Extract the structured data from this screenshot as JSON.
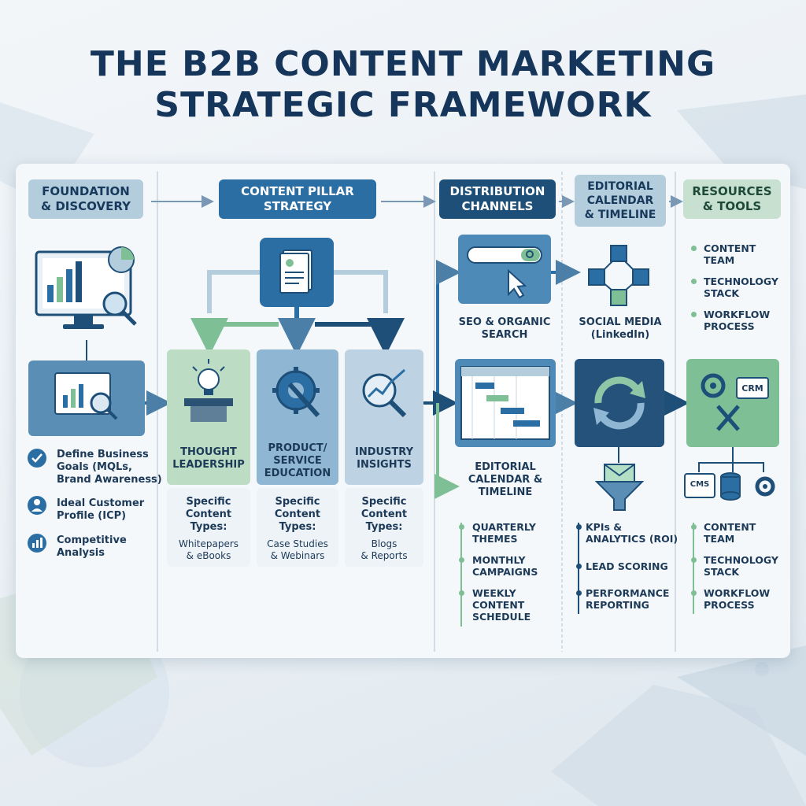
{
  "title": {
    "line1": "THE B2B CONTENT MARKETING",
    "line2": "STRATEGIC FRAMEWORK"
  },
  "headers": {
    "foundation": "FOUNDATION\n& DISCOVERY",
    "pillar": "CONTENT PILLAR\nSTRATEGY",
    "distribution": "DISTRIBUTION\nCHANNELS",
    "editorial": "EDITORIAL\nCALENDAR\n& TIMELINE",
    "resources": "RESOURCES\n& TOOLS"
  },
  "foundation": {
    "items": [
      "Define Business\nGoals (MQLs,\nBrand Awareness)",
      "Ideal Customer\nProfile (ICP)",
      "Competitive\nAnalysis"
    ]
  },
  "pillars": [
    {
      "title": "THOUGHT\nLEADERSHIP",
      "types_label": "Specific\nContent\nTypes:",
      "types": "Whitepapers\n& eBooks"
    },
    {
      "title": "PRODUCT/\nSERVICE\nEDUCATION",
      "types_label": "Specific\nContent\nTypes:",
      "types": "Case Studies\n& Webinars"
    },
    {
      "title": "INDUSTRY\nINSIGHTS",
      "types_label": "Specific\nContent\nTypes:",
      "types": "Blogs\n& Reports"
    }
  ],
  "distribution": {
    "seo_label": "SEO & ORGANIC\nSEARCH",
    "calendar_label": "EDITORIAL\nCALENDAR &\nTIMELINE",
    "calendar_items": [
      "QUARTERLY\nTHEMES",
      "MONTHLY\nCAMPAIGNS",
      "WEEKLY\nCONTENT\nSCHEDULE"
    ]
  },
  "editorial": {
    "social_label": "SOCIAL MEDIA\n(LinkedIn)",
    "items": [
      "KPIs &\nANALYTICS (ROI)",
      "LEAD SCORING",
      "PERFORMANCE\nREPORTING"
    ]
  },
  "resources": {
    "top_items": [
      "CONTENT\nTEAM",
      "TECHNOLOGY\nSTACK",
      "WORKFLOW\nPROCESS"
    ],
    "crm_label": "CRM",
    "cms_label": "CMS",
    "bottom_items": [
      "CONTENT\nTEAM",
      "TECHNOLOGY\nSTACK",
      "WORKFLOW\nPROCESS"
    ]
  },
  "colors": {
    "navy": "#1e4f79",
    "blue": "#2b6ea3",
    "green": "#7fbf95",
    "light_blue": "#b3cddd"
  }
}
